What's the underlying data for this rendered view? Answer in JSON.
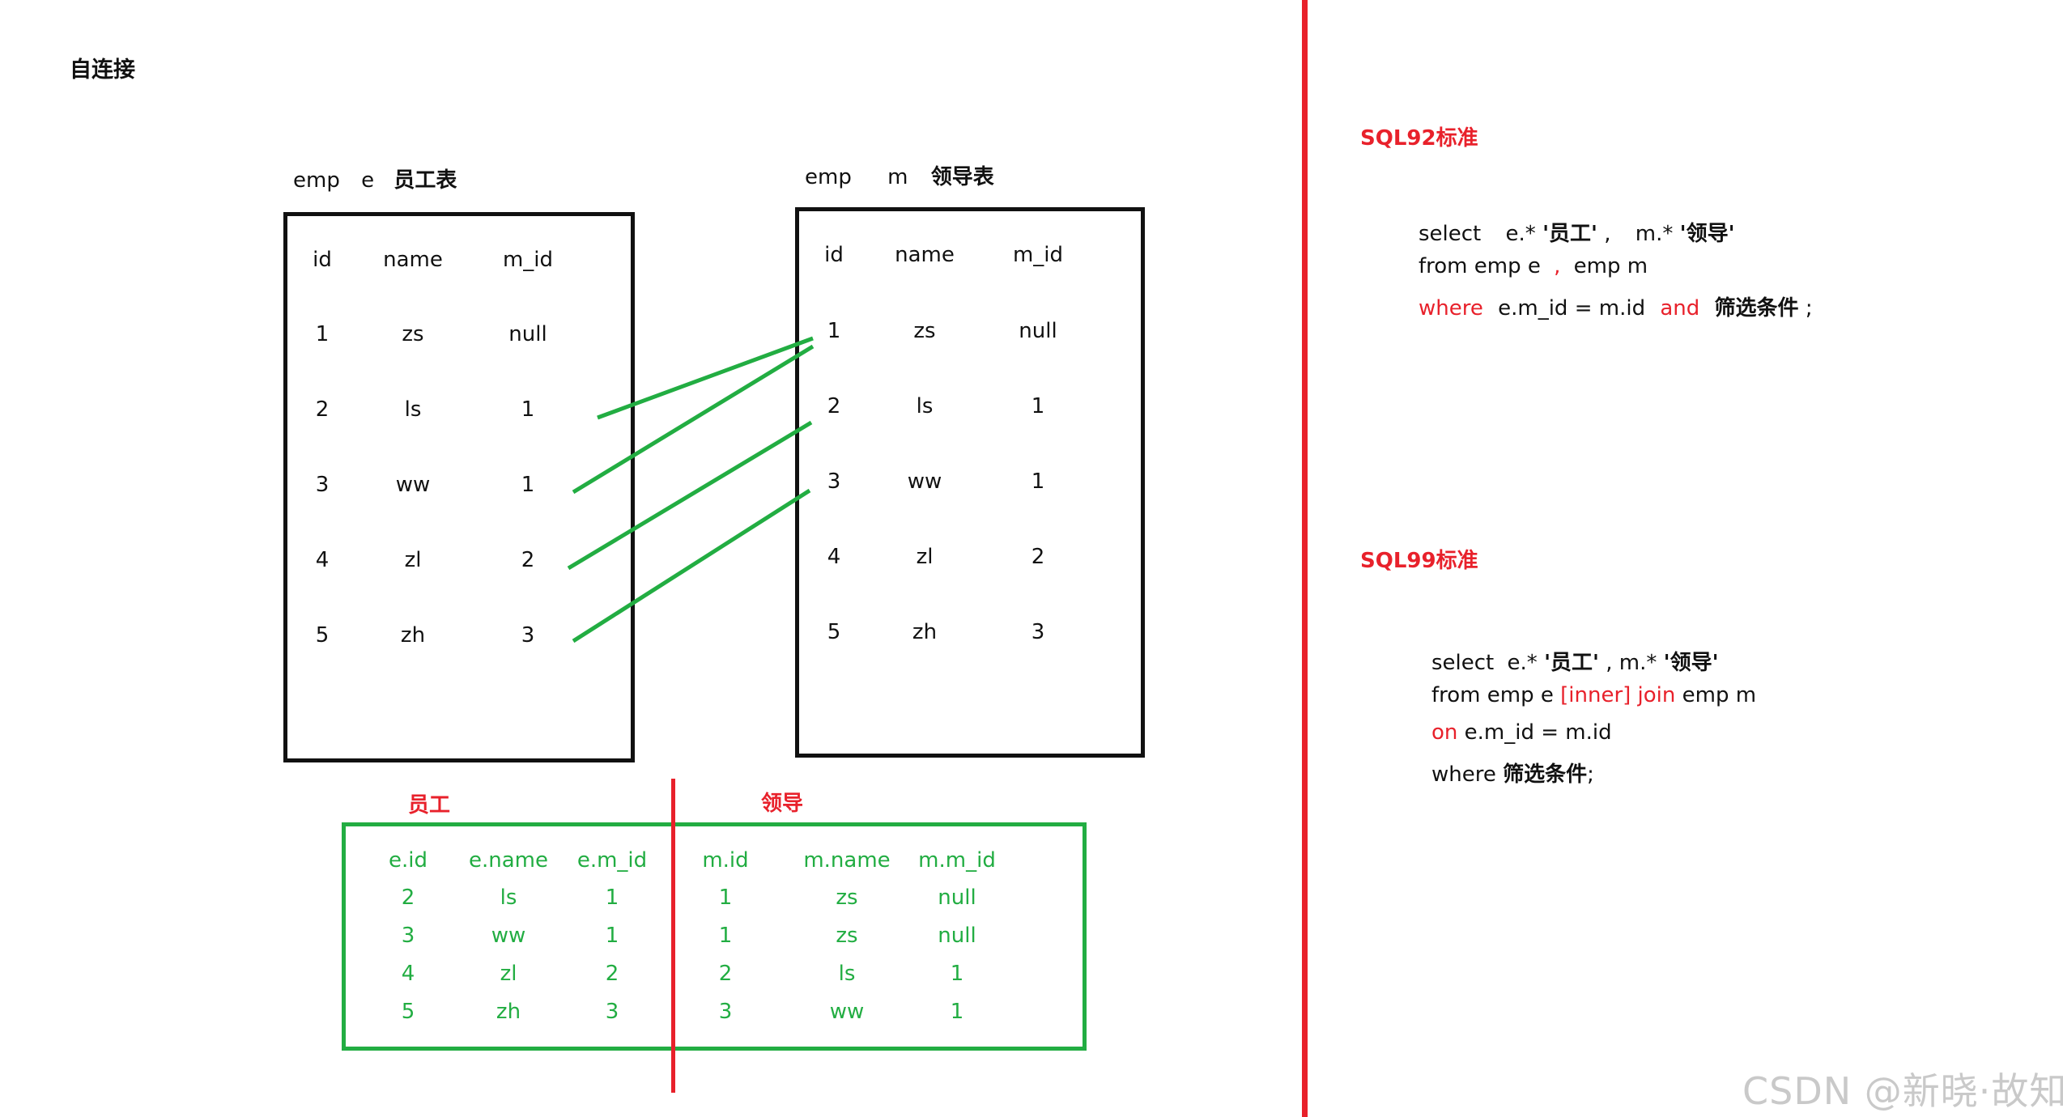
{
  "title": "自连接",
  "left_table": {
    "label_parts": [
      "emp",
      "e",
      "员工表"
    ],
    "headers": [
      "id",
      "name",
      "m_id"
    ],
    "rows": [
      [
        "1",
        "zs",
        "null"
      ],
      [
        "2",
        "ls",
        "1"
      ],
      [
        "3",
        "ww",
        "1"
      ],
      [
        "4",
        "zl",
        "2"
      ],
      [
        "5",
        "zh",
        "3"
      ]
    ]
  },
  "right_table": {
    "label_parts": [
      "emp",
      "m",
      "领导表"
    ],
    "headers": [
      "id",
      "name",
      "m_id"
    ],
    "rows": [
      [
        "1",
        "zs",
        "null"
      ],
      [
        "2",
        "ls",
        "1"
      ],
      [
        "3",
        "ww",
        "1"
      ],
      [
        "4",
        "zl",
        "2"
      ],
      [
        "5",
        "zh",
        "3"
      ]
    ]
  },
  "result": {
    "label_left": "员工",
    "label_right": "领导",
    "headers": [
      "e.id",
      "e.name",
      "e.m_id",
      "m.id",
      "m.name",
      "m.m_id"
    ],
    "rows": [
      [
        "2",
        "ls",
        "1",
        "1",
        "zs",
        "null"
      ],
      [
        "3",
        "ww",
        "1",
        "1",
        "zs",
        "null"
      ],
      [
        "4",
        "zl",
        "2",
        "2",
        "ls",
        "1"
      ],
      [
        "5",
        "zh",
        "3",
        "3",
        "ww",
        "1"
      ]
    ]
  },
  "sql92": {
    "heading": "SQL92标准",
    "line1": [
      "select",
      "e.*",
      "'员工'",
      ",",
      "m.*",
      "'领导'"
    ],
    "line2": [
      "from emp e",
      ",",
      "emp m"
    ],
    "line3": [
      "where",
      "e.m_id = m.id",
      "and",
      "筛选条件",
      ";"
    ]
  },
  "sql99": {
    "heading": "SQL99标准",
    "line1": [
      "select",
      "e.*",
      "'员工'",
      ", m.*",
      "'领导'"
    ],
    "line2": [
      "from emp e",
      "[inner] join",
      "emp m"
    ],
    "line3": [
      "on",
      "e.m_id = m.id"
    ],
    "line4": [
      "where",
      "筛选条件",
      ";"
    ]
  },
  "watermark": "CSDN @新晓·故知",
  "colors": {
    "red": "#e8212b",
    "green": "#22ad42",
    "black": "#111111"
  }
}
